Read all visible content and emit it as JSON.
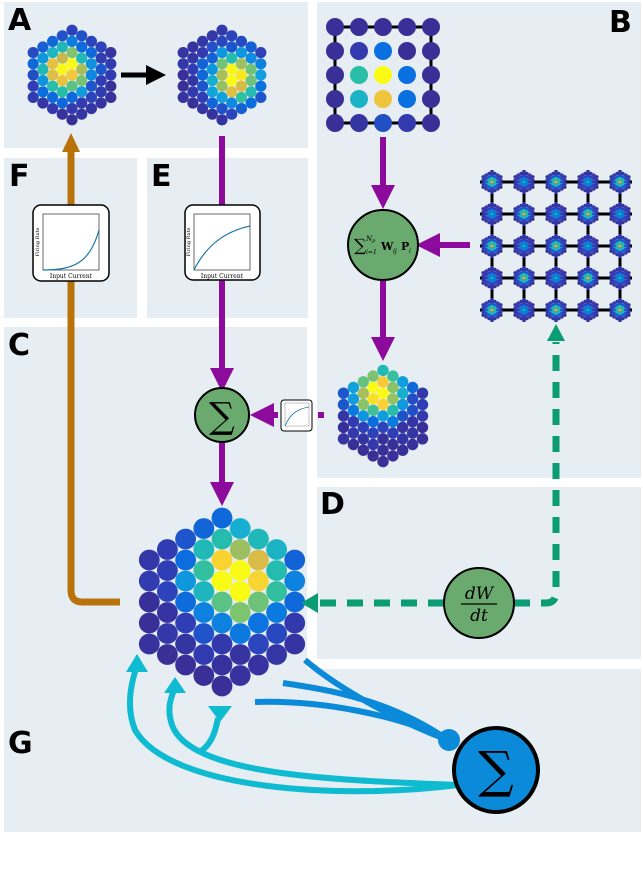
{
  "panels": {
    "a": "A",
    "b": "B",
    "c": "C",
    "d": "D",
    "e": "E",
    "f": "F",
    "g": "G"
  },
  "plots": {
    "ylabel": "Firing Rate",
    "xlabel": "Input Current"
  },
  "formulas": {
    "weighted_sum": "∑",
    "weighted_sum_sup": "N",
    "weighted_sum_sup_sub": "P",
    "weighted_sum_sub": "i=1",
    "weighted_sum_term_w": "W",
    "weighted_sum_term_ij": "ij",
    "weighted_sum_term_p": "P",
    "weighted_sum_term_i": "i",
    "sum_symbol": "∑",
    "dw_numerator": "dW",
    "dw_denominator": "dt"
  },
  "colors": {
    "panel_bg": "#e6edf3",
    "arrow_purple": "#8c0a9c",
    "arrow_orange": "#b8730a",
    "arrow_green": "#0a9c73",
    "arrow_cyan": "#0fbbd0",
    "arrow_blue": "#0a8ad8",
    "node_green": "#6aaa6e",
    "node_blue": "#1a8fd8"
  }
}
